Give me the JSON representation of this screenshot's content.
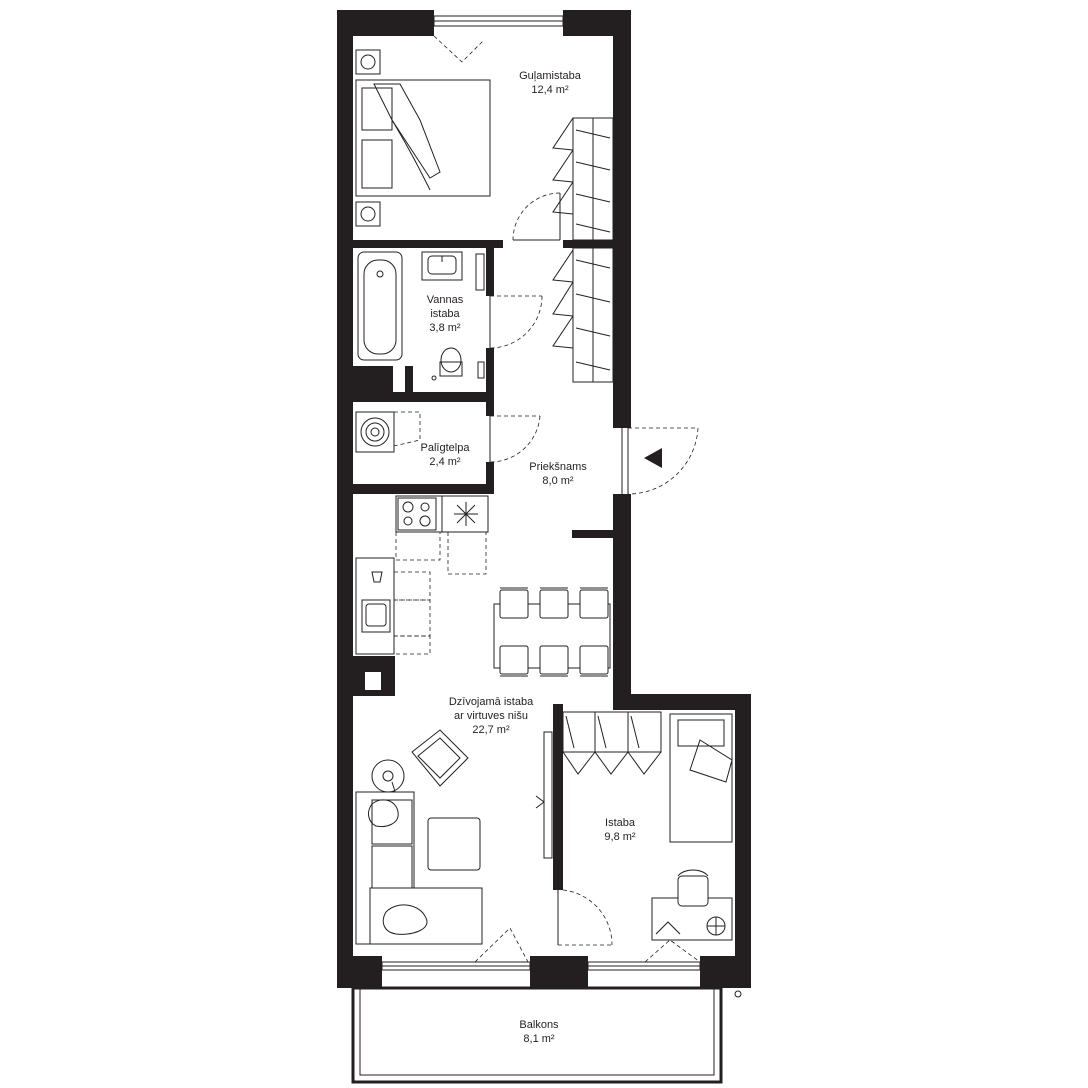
{
  "plan": {
    "rooms": [
      {
        "id": "bedroom",
        "name": "Guļamistaba",
        "area": "12,4 m²"
      },
      {
        "id": "bathroom",
        "name_lines": [
          "Vannas",
          "istaba"
        ],
        "area": "3,8 m²"
      },
      {
        "id": "utility",
        "name": "Palīgtelpa",
        "area": "2,4 m²"
      },
      {
        "id": "hall",
        "name": "Priekšnams",
        "area": "8,0 m²"
      },
      {
        "id": "living",
        "name_lines": [
          "Dzīvojamā istaba",
          "ar virtuves nišu"
        ],
        "area": "22,7 m²"
      },
      {
        "id": "room",
        "name": "Istaba",
        "area": "9,8 m²"
      },
      {
        "id": "balcony",
        "name": "Balkons",
        "area": "8,1 m²"
      }
    ],
    "colors": {
      "wall": "#231f20",
      "line": "#231f20",
      "background": "#ffffff"
    },
    "icons": [
      "entrance-arrow-icon",
      "washing-machine-icon",
      "stove-icon",
      "bathtub-icon",
      "toilet-icon",
      "sink-icon"
    ]
  }
}
